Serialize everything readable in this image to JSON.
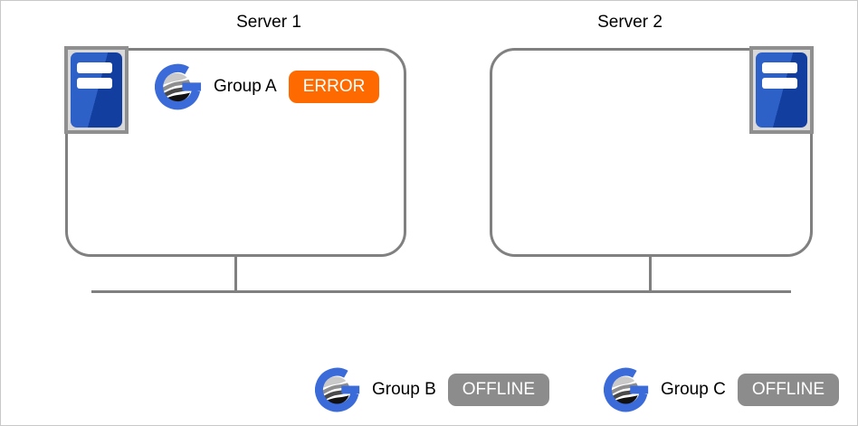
{
  "servers": [
    {
      "title": "Server 1",
      "groups": [
        {
          "name": "Group A",
          "status": "ERROR"
        }
      ]
    },
    {
      "title": "Server 2",
      "groups": []
    }
  ],
  "standalone_groups": [
    {
      "name": "Group B",
      "status": "OFFLINE"
    },
    {
      "name": "Group C",
      "status": "OFFLINE"
    }
  ],
  "icons": {
    "server": "server-tower-icon",
    "group": "group-logo-icon"
  },
  "colors": {
    "status_error": "#ff6a00",
    "status_offline": "#8c8c8c",
    "box_border": "#808080",
    "connector_line": "#808080",
    "logo_blue": "#3b6bd8",
    "server_icon_blue": "#2d61c8",
    "server_icon_blue_dark": "#123f9f"
  }
}
